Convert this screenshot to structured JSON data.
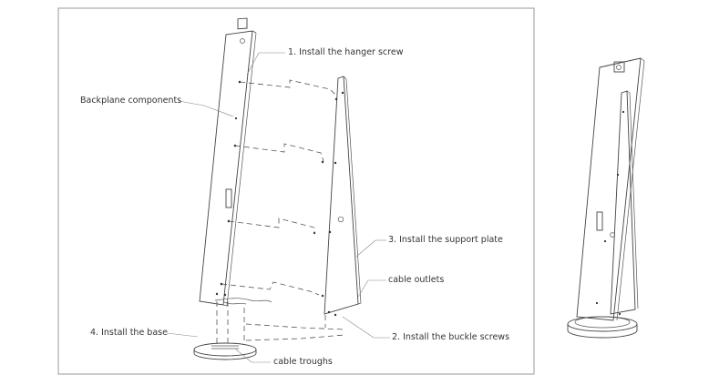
{
  "diagram": {
    "labels": {
      "step1": "1. Install the hanger screw",
      "backplane": "Backplane components",
      "step3": "3. Install the support plate",
      "cable_outlets": "cable outlets",
      "step4": "4. Install the base",
      "step2": "2. Install the buckle screws",
      "cable_troughs": "cable troughs"
    }
  },
  "colors": {
    "line": "#444444",
    "frame": "#999999",
    "background": "#ffffff"
  }
}
